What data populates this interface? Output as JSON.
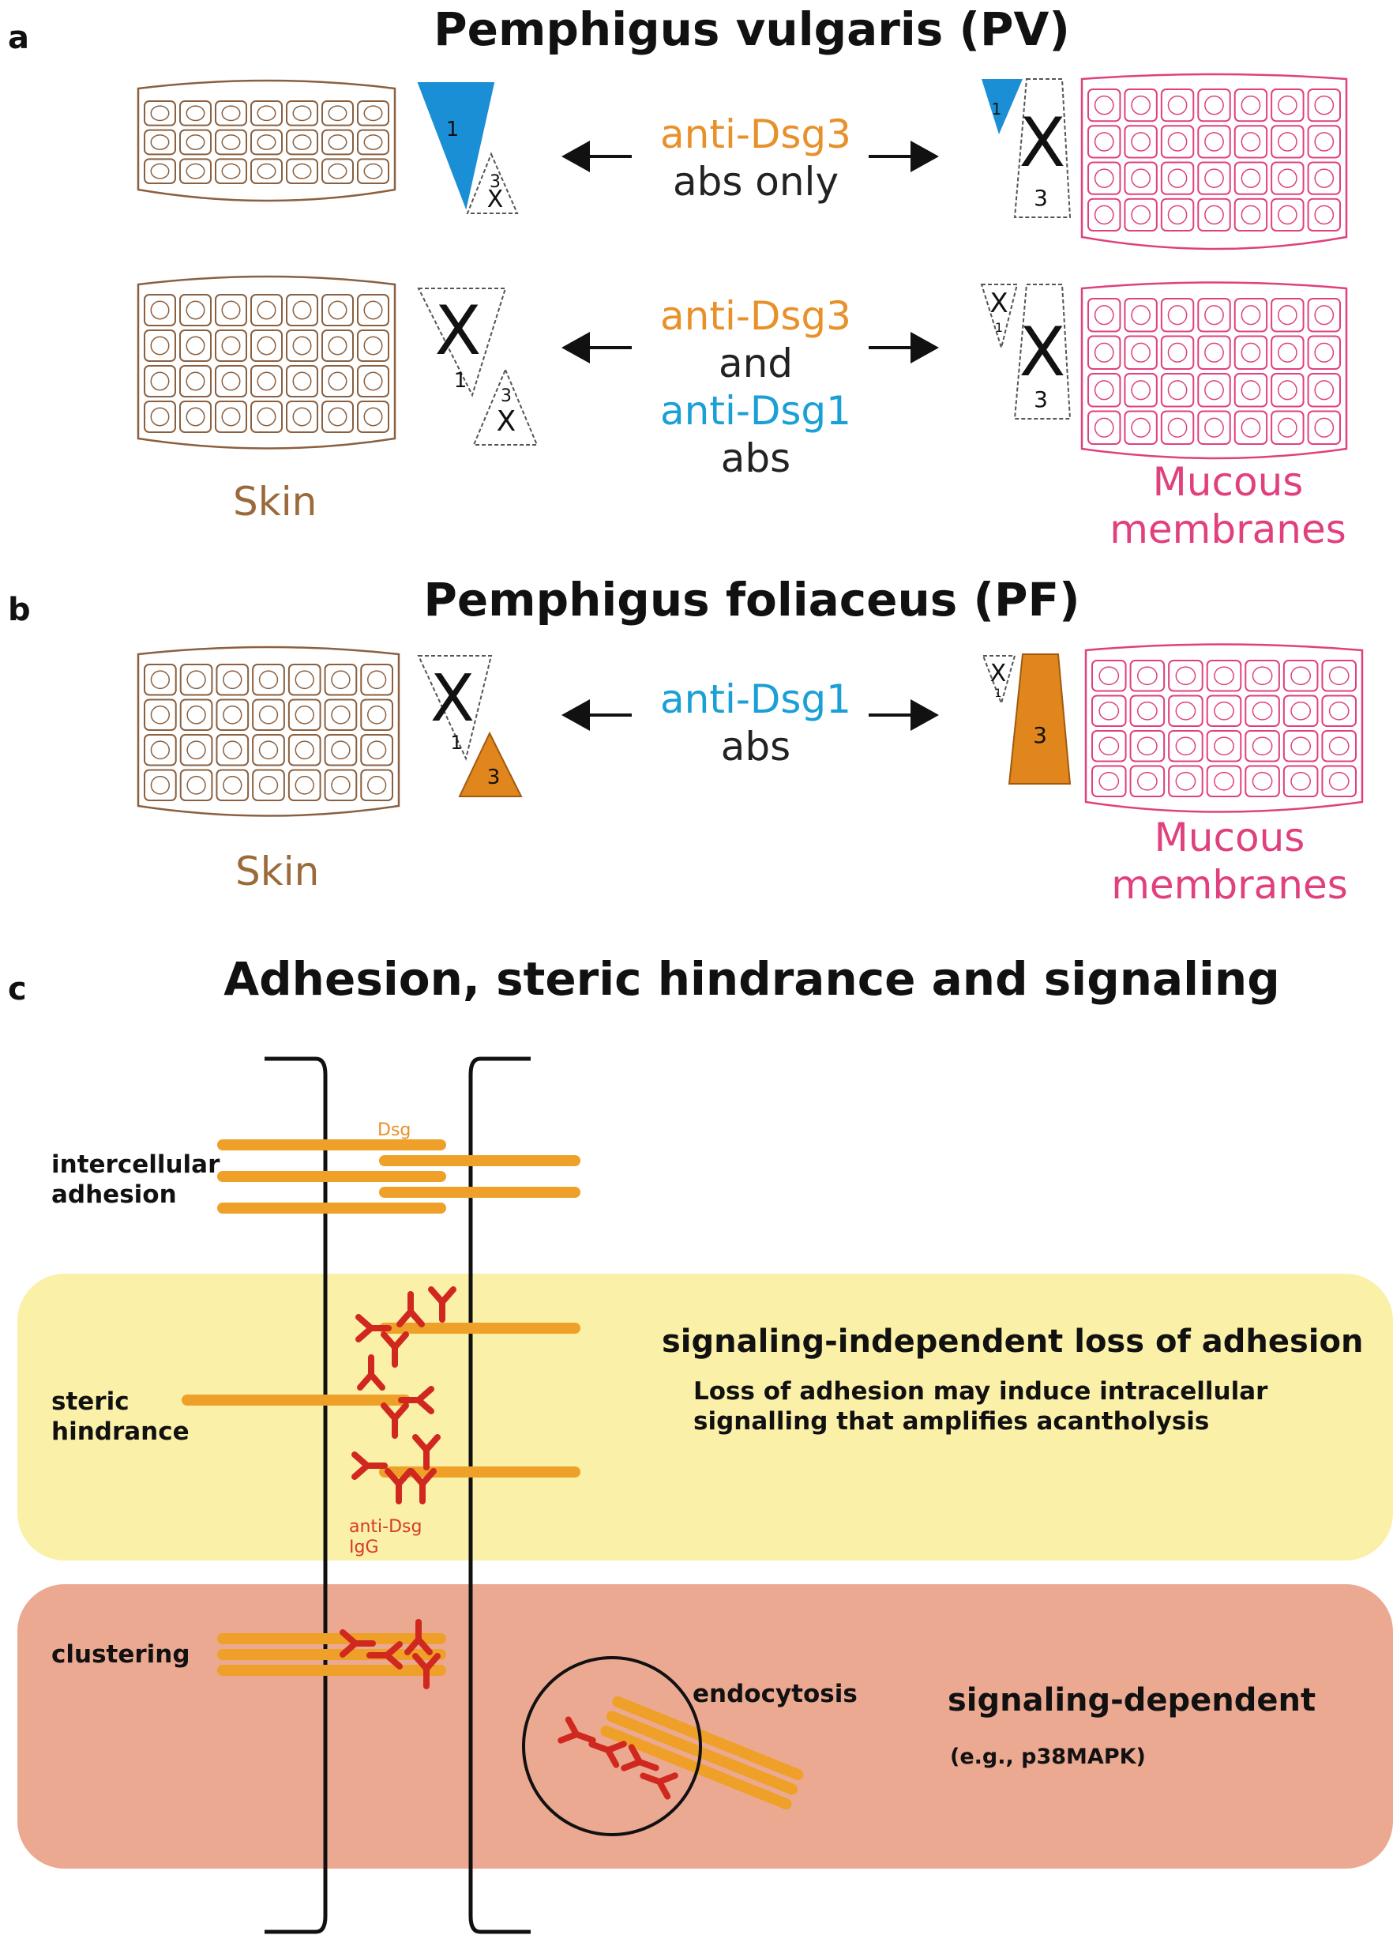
{
  "panel_a": {
    "letter": "a",
    "title": "Pemphigus vulgaris (PV)",
    "row1": {
      "line1": "anti-Dsg3",
      "line2": "abs only"
    },
    "row2": {
      "line1": "anti-Dsg3",
      "line2": "and",
      "line3": "anti-Dsg1",
      "line4": "abs"
    },
    "skin_label": "Skin",
    "mucous_line1": "Mucous",
    "mucous_line2": "membranes"
  },
  "panel_b": {
    "letter": "b",
    "title": "Pemphigus foliaceus (PF)",
    "line1": "anti-Dsg1",
    "line2": "abs",
    "skin_label": "Skin",
    "mucous_line1": "Mucous",
    "mucous_line2": "membranes"
  },
  "panel_c": {
    "letter": "c",
    "title": "Adhesion, steric hindrance and signaling",
    "dsg_label": "Dsg",
    "intercellular_line1": "intercellular",
    "intercellular_line2": "adhesion",
    "steric_line1": "steric",
    "steric_line2": "hindrance",
    "antidsg_line1": "anti-Dsg",
    "antidsg_line2": "IgG",
    "independent_title": "signaling-independent loss of adhesion",
    "independent_line1": "Loss of adhesion may induce intracellular",
    "independent_line2": "signalling that amplifies acantholysis",
    "clustering": "clustering",
    "endocytosis": "endocytosis",
    "dependent_title": "signaling-dependent",
    "dependent_sub": "(e.g., p38MAPK)"
  },
  "marker_labels": {
    "dsg1": "1",
    "dsg3": "3",
    "blocked": "X"
  },
  "colors": {
    "dsg1_blue": "#1a8fd6",
    "dsg3_orange": "#e0861c",
    "skin_brown": "#8a6040",
    "mucous_pink": "#e0407e",
    "yellow_band": "#fbf0a8",
    "salmon_band": "#eca992",
    "rod_orange": "#eea028",
    "antibody_red": "#d0281e"
  }
}
